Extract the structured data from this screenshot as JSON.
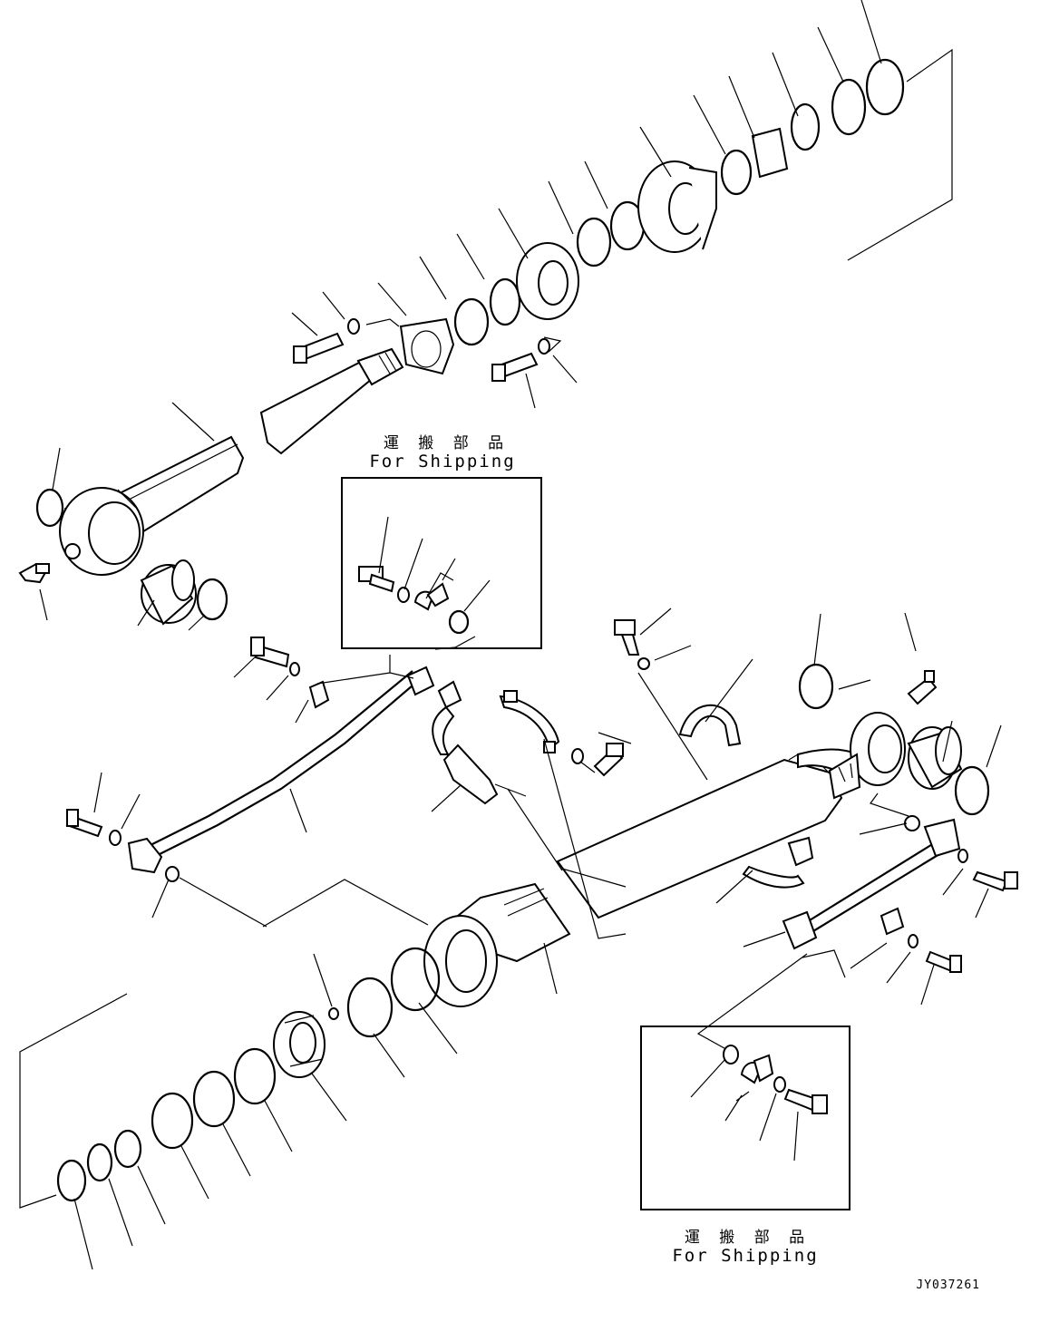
{
  "shipping_label_upper": {
    "jp": "運 搬 部 品",
    "en": "For Shipping"
  },
  "shipping_label_lower": {
    "jp": "運 搬 部 品",
    "en": "For Shipping"
  },
  "drawing_code": "JY037261"
}
